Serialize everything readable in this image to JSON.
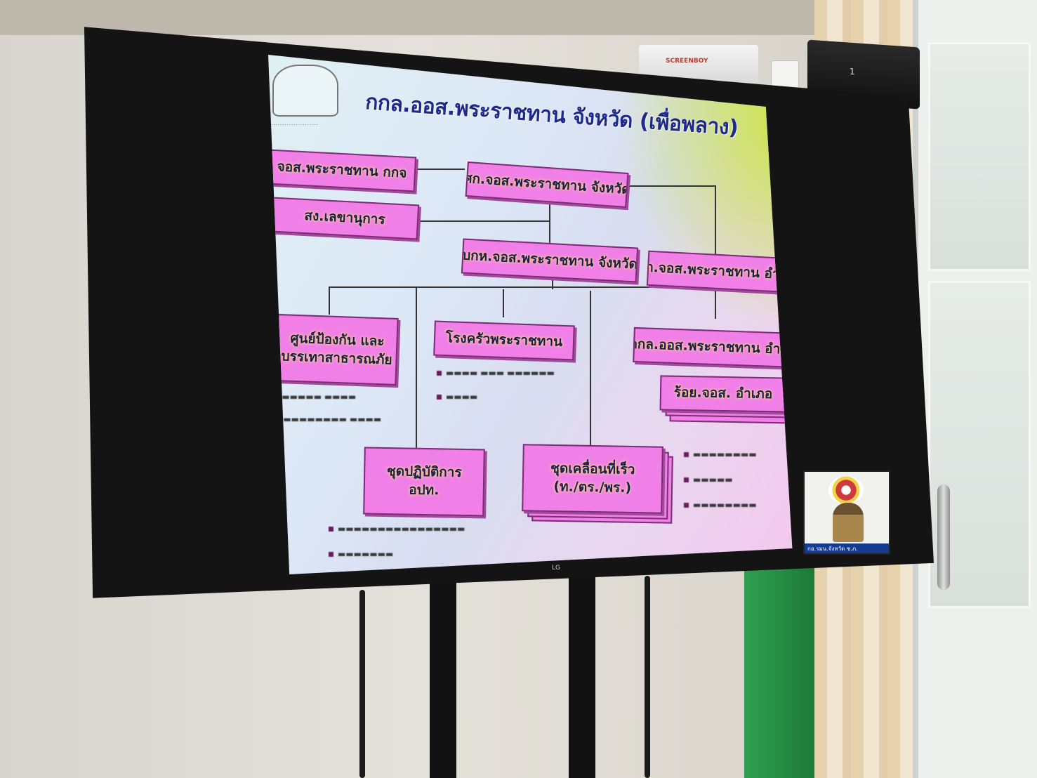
{
  "room": {
    "projector_screen_brand": "SCREENBOY",
    "speaker_number": "1",
    "tv_brand": "LG"
  },
  "slide": {
    "title": "กกล.ออส.พระราชทาน จังหวัด (เพื่อพลาง)",
    "boxes": {
      "jos_kkn": "จอส.พระราชทาน กกจ",
      "sng_lekhanukan": "สง.เลขานุการ",
      "hq_province": "ศก.จอส.พระราชทาน จังหวัด",
      "ops_province": "บกห.จอส.พระราชทาน จังหวัด",
      "hq_district": "ศก.จอส.พระราชทาน อำเภอ",
      "disaster_center_line1": "ศูนย์ป้องกัน และ",
      "disaster_center_line2": "บรรเทาสาธารณภัย",
      "royal_kitchen": "โรงครัวพระราชทาน",
      "district_force": "กกล.ออส.พระราชทาน อำเภอ",
      "district_unit": "ร้อย.จอส. อำเภอ",
      "ops_team_line1": "ชุดปฏิบัติการ",
      "ops_team_line2": "อปท.",
      "rapid_team_line1": "ชุดเคลื่อนที่เร็ว",
      "rapid_team_line2": "(ท./ตร./พร.)"
    }
  },
  "pip": {
    "caption": "กอ.รมน.จังหวัด ช.ภ."
  }
}
